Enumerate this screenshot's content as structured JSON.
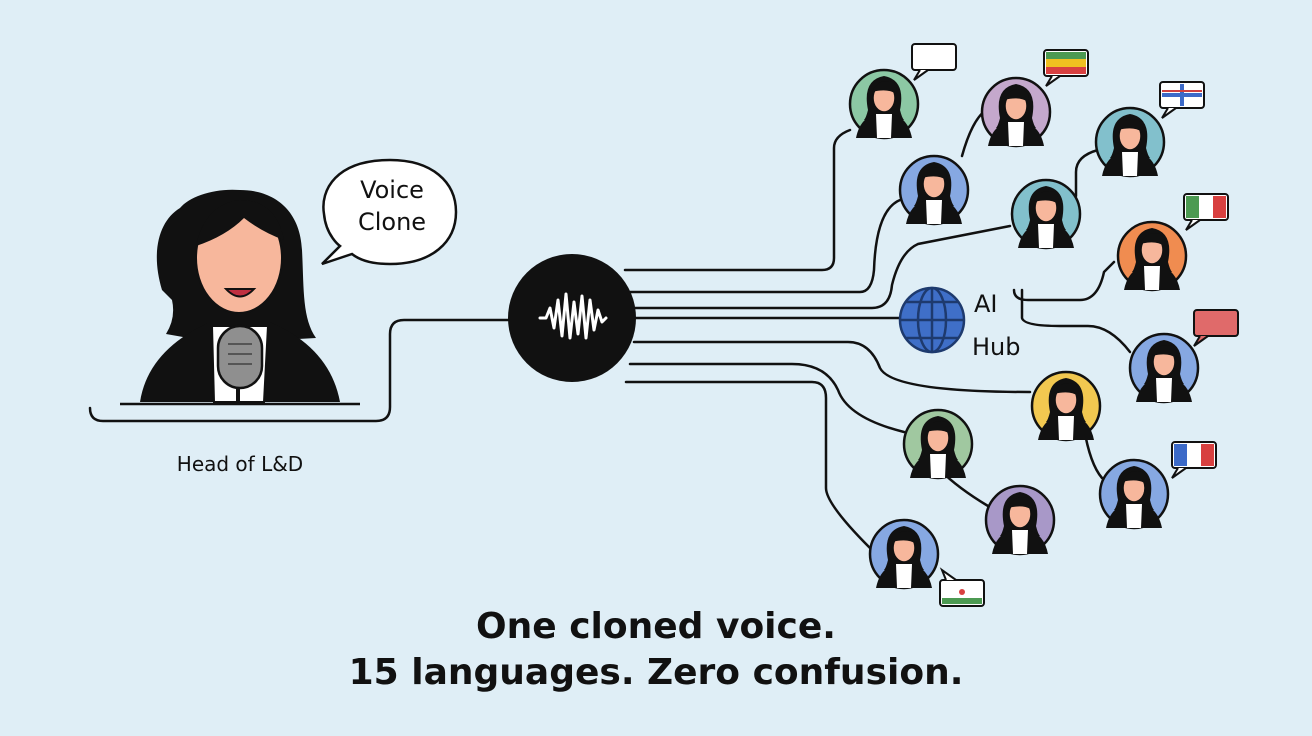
{
  "speaker": {
    "bubble_line1": "Voice",
    "bubble_line2": "Clone",
    "label": "Head of L&D"
  },
  "hub": {
    "line1": "AI",
    "line2": "Hub"
  },
  "caption": {
    "line1": "One cloned voice.",
    "line2": "15 languages. Zero confusion."
  },
  "colors": {
    "background": "#dfeef6",
    "ink": "#111111",
    "avatar_fills": [
      "#8cc8a4",
      "#c4a8cc",
      "#86a8e2",
      "#82c0cc",
      "#f08c50",
      "#f2c850",
      "#a0c8a0",
      "#a898c8"
    ]
  }
}
